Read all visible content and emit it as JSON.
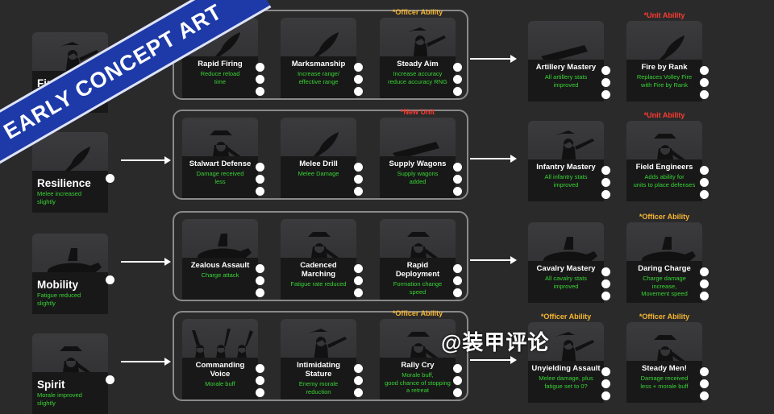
{
  "banner": "EARLY CONCEPT ART",
  "watermark": "@装甲评论",
  "colors": {
    "desc": "#39d335",
    "tag_red": "#ff3b30",
    "tag_orange": "#f7b731",
    "banner": "#1d3aa8"
  },
  "rows": [
    {
      "root": {
        "title": "Firepower",
        "desc": ""
      },
      "mid": [
        {
          "title": "Rapid Firing",
          "desc": "Reduce reload\ntime",
          "tag": ""
        },
        {
          "title": "Marksmanship",
          "desc": "Increase range/\neffective range",
          "tag": ""
        },
        {
          "title": "Steady Aim",
          "desc": "Increase accuracy\nreduce accuracy RNG",
          "tag": "*Officer Ability"
        }
      ],
      "right": [
        {
          "title": "Artillery Mastery",
          "desc": "All artillery stats\nimproved",
          "tag": ""
        },
        {
          "title": "Fire by Rank",
          "desc": "Replaces Volley Fire\nwith Fire by Rank",
          "tag": "*Unit Ability"
        }
      ]
    },
    {
      "root": {
        "title": "Resilience",
        "desc": "Melee increased\nslightly"
      },
      "mid": [
        {
          "title": "Stalwart Defense",
          "desc": "Damage received\nless",
          "tag": ""
        },
        {
          "title": "Melee Drill",
          "desc": "Melee Damage",
          "tag": ""
        },
        {
          "title": "Supply Wagons",
          "desc": "Supply wagons\nadded",
          "tag": "*New Unit"
        }
      ],
      "right": [
        {
          "title": "Infantry Mastery",
          "desc": "All infantry stats\nimproved",
          "tag": ""
        },
        {
          "title": "Field Engineers",
          "desc": "Adds ability for\nunits to place defenses",
          "tag": "*Unit Ability"
        }
      ]
    },
    {
      "root": {
        "title": "Mobility",
        "desc": "Fatigue reduced\nslightly"
      },
      "mid": [
        {
          "title": "Zealous Assault",
          "desc": "Charge attack",
          "tag": ""
        },
        {
          "title": "Cadenced\nMarching",
          "desc": "Fatigue rate reduced",
          "tag": ""
        },
        {
          "title": "Rapid\nDeployment",
          "desc": "Formation change\nspeed",
          "tag": ""
        }
      ],
      "right": [
        {
          "title": "Cavalry Mastery",
          "desc": "All cavalry stats\nimproved",
          "tag": ""
        },
        {
          "title": "Daring Charge",
          "desc": "Charge damage increase,\nMovement speed",
          "tag": "*Officer Ability"
        }
      ]
    },
    {
      "root": {
        "title": "Spirit",
        "desc": "Morale improved\nslightly"
      },
      "mid": [
        {
          "title": "Commanding\nVoice",
          "desc": "Morale buff",
          "tag": ""
        },
        {
          "title": "Intimidating\nStature",
          "desc": "Enemy morale\nreduction",
          "tag": ""
        },
        {
          "title": "Rally Cry",
          "desc": "Morale buff,\ngood chance of stopping\na retreat",
          "tag": "*Officer Ability"
        }
      ],
      "right": [
        {
          "title": "Unyielding Assault",
          "desc": "Melee damage, plus\nfatigue set to 0?",
          "tag": "*Officer Ability"
        },
        {
          "title": "Steady Men!",
          "desc": "Damage received\nless + morale buff",
          "tag": "*Officer Ability"
        }
      ]
    }
  ]
}
